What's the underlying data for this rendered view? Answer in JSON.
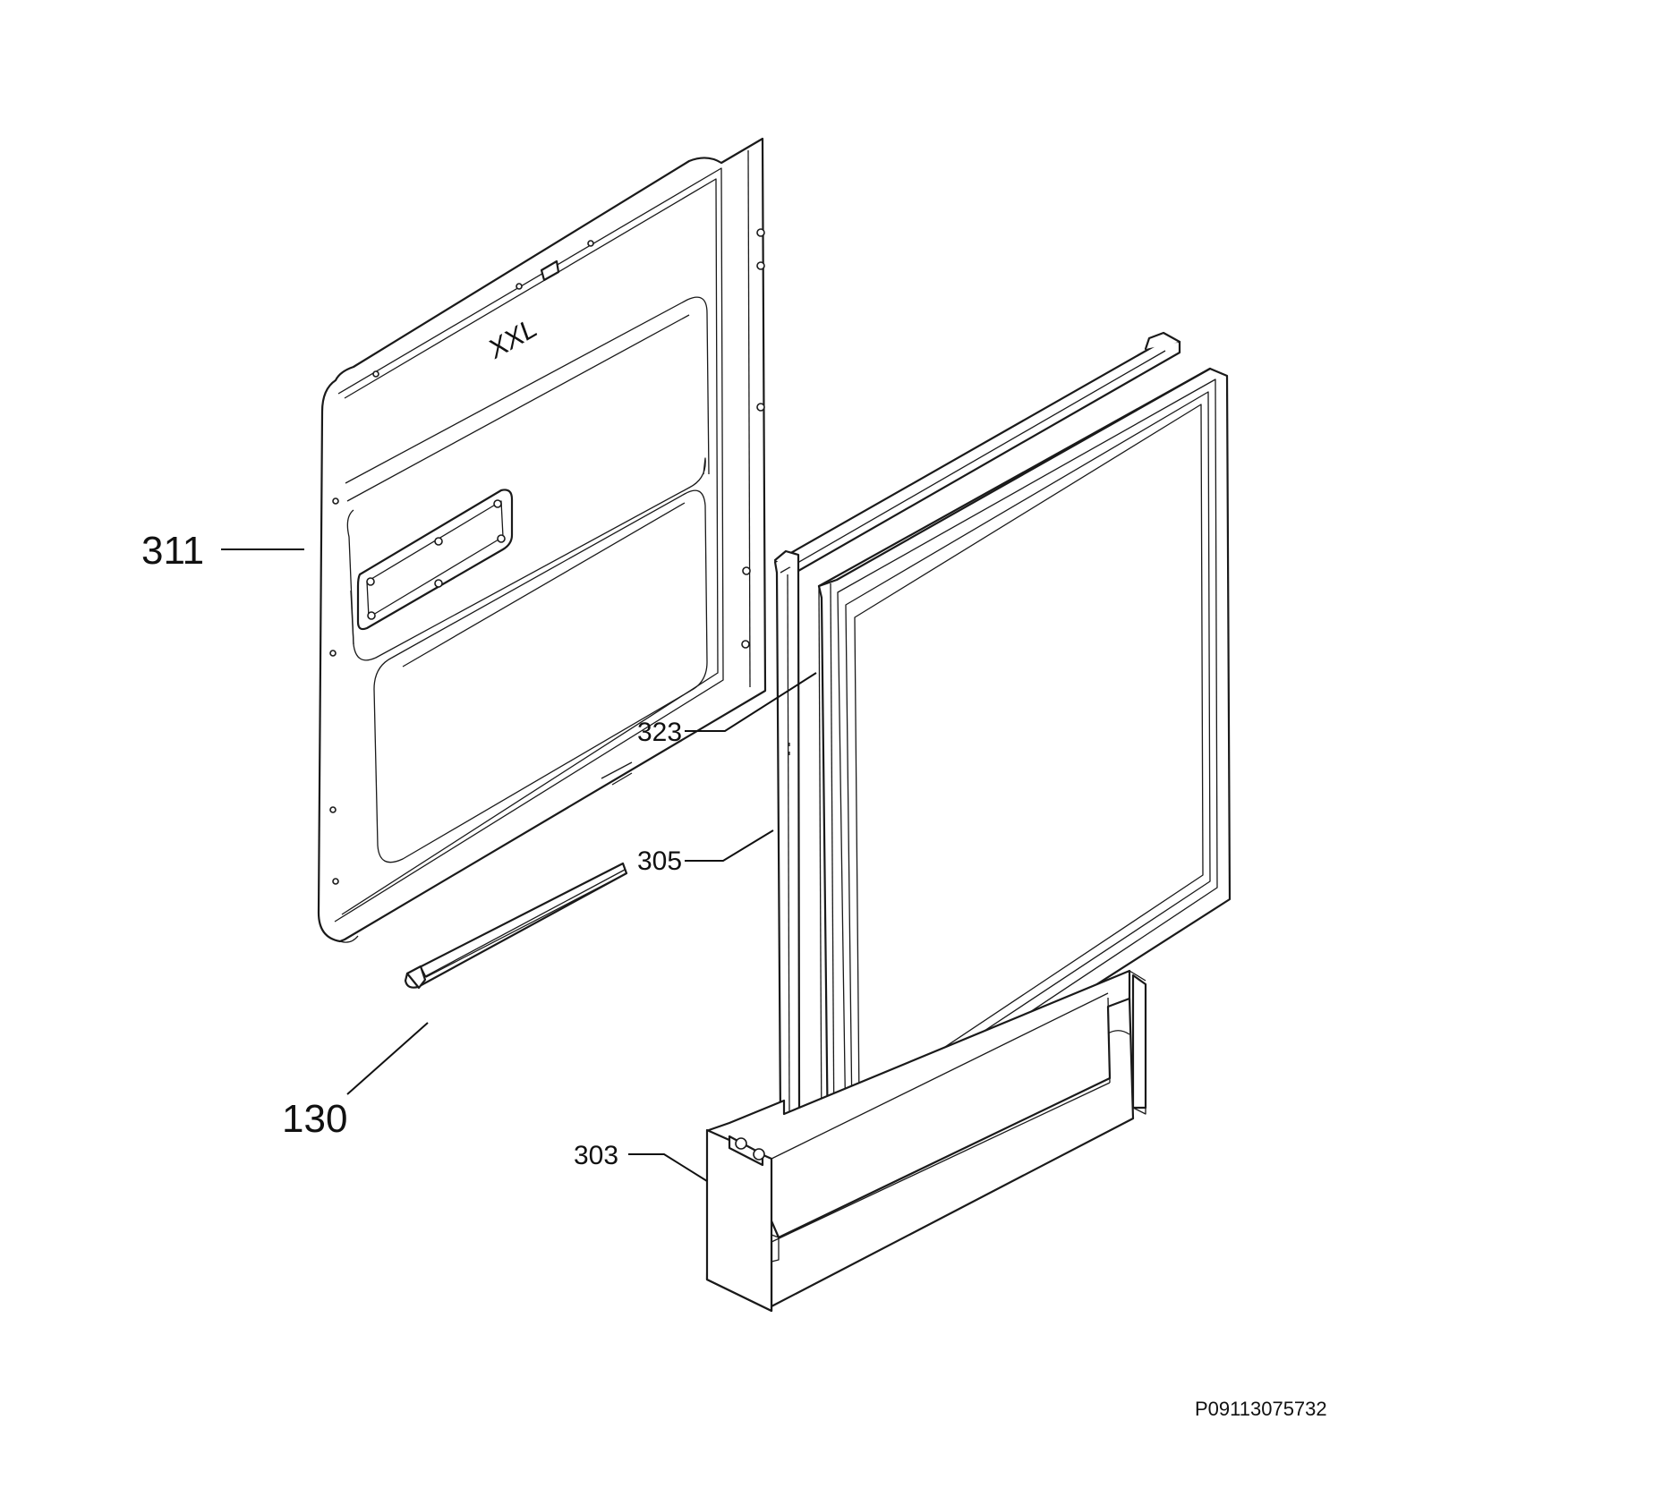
{
  "parts": {
    "inner_door_panel": "311",
    "door_seal_strip": "130",
    "glass_frame": "323",
    "outer_frame": "305",
    "bottom_kickplate": "303"
  },
  "panel_emblem": "XXL",
  "drawing_reference": "P09113075732"
}
